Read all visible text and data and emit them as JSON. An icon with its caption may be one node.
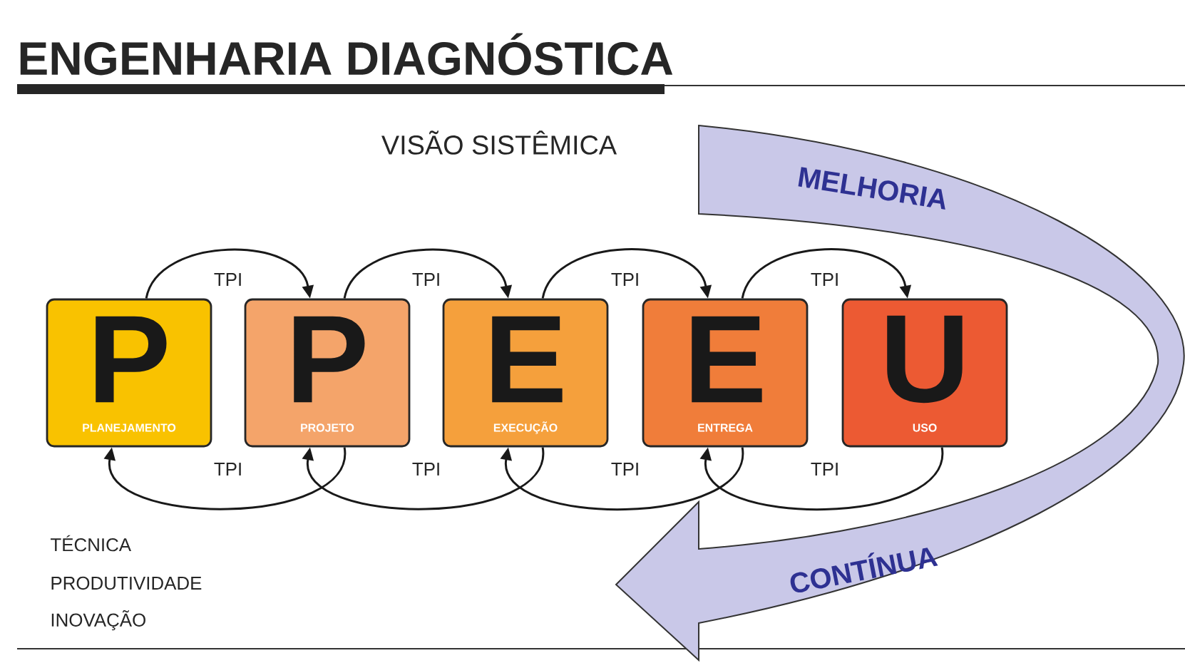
{
  "diagram": {
    "title": "ENGENHARIA DIAGNÓSTICA",
    "nodes": [
      {
        "text": [
          "P",
          "PLANEJAMENTO"
        ]
      },
      {
        "text": [
          "P",
          "PROJETO"
        ]
      },
      {
        "text": [
          "E",
          "EXECUÇÃO"
        ]
      },
      {
        "text": [
          "E",
          "ENTREGA"
        ]
      },
      {
        "text": [
          "U",
          "USO"
        ]
      },
      {
        "text": [
          "MELHORIA",
          "CONTÍNUA"
        ]
      }
    ],
    "edges": [
      {
        "from": 0,
        "to": 1,
        "arrow": "to",
        "label": "TPI"
      },
      {
        "from": 1,
        "to": 2,
        "arrow": "to",
        "label": "TPI"
      },
      {
        "from": 2,
        "to": 3,
        "arrow": "to",
        "label": "TPI"
      },
      {
        "from": 3,
        "to": 4,
        "arrow": "to",
        "label": "TPI"
      },
      {
        "from": 1,
        "to": 0,
        "arrow": "to",
        "label": "TPI"
      },
      {
        "from": 2,
        "to": 1,
        "arrow": "to",
        "label": "TPI"
      },
      {
        "from": 3,
        "to": 2,
        "arrow": "to",
        "label": "TPI"
      },
      {
        "from": 4,
        "to": 3,
        "arrow": "to",
        "label": "TPI"
      }
    ],
    "labels": [
      "VISÃO SISTÊMICA",
      "TÉCNICA",
      "PRODUTIVIDADE",
      "INOVAÇÃO"
    ]
  }
}
